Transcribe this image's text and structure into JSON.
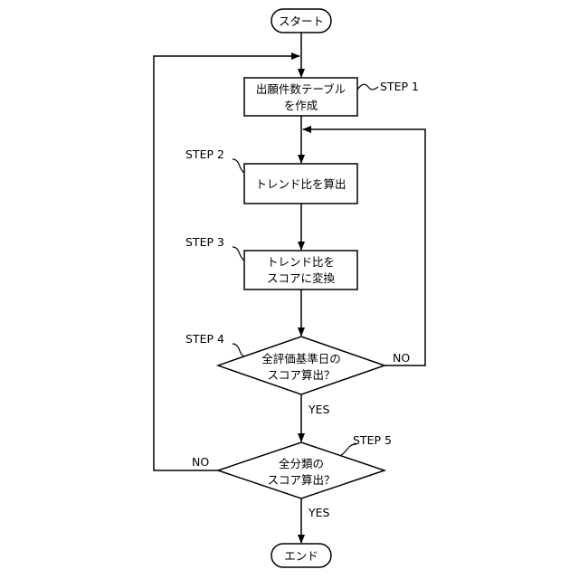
{
  "flowchart": {
    "start": "スタート",
    "end": "エンド",
    "step1": {
      "tag": "STEP 1",
      "line1": "出願件数テーブル",
      "line2": "を作成"
    },
    "step2": {
      "tag": "STEP 2",
      "line1": "トレンド比を算出"
    },
    "step3": {
      "tag": "STEP 3",
      "line1": "トレンド比を",
      "line2": "スコアに変換"
    },
    "step4": {
      "tag": "STEP 4",
      "line1": "全評価基準日の",
      "line2": "スコア算出？"
    },
    "step5": {
      "tag": "STEP 5",
      "line1": "全分類の",
      "line2": "スコア算出？"
    },
    "edges": {
      "yes1": "YES",
      "no1": "NO",
      "yes2": "YES",
      "no2": "NO"
    }
  }
}
